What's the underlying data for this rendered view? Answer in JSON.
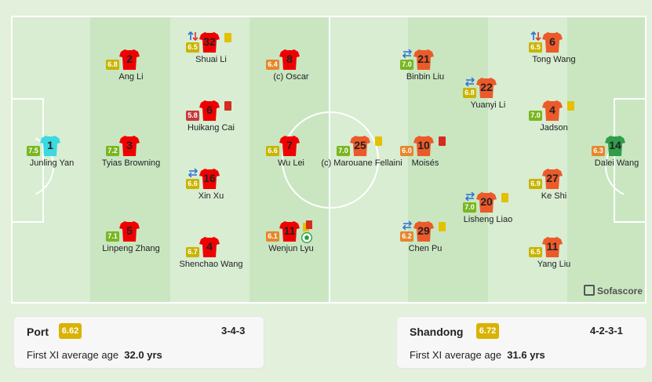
{
  "colors": {
    "home_shirt": "#f00000",
    "away_shirt": "#ec5a2a",
    "home_gk": "#3cd9e0",
    "away_gk": "#2f9e4a",
    "pitch_light": "#d8edd2",
    "pitch_dark": "#c9e6c1",
    "rating_yellow": "#c9b400",
    "rating_orange": "#e7862b",
    "rating_red": "#c9383a",
    "rating_green": "#79b620"
  },
  "home": {
    "team": "Port",
    "rating": "6.62",
    "formation": "3-4-3",
    "age_label": "First XI average age",
    "age_value": "32.0 yrs",
    "players": [
      {
        "num": "1",
        "name": "Junling Yan",
        "rating": "7.5",
        "rc": "rating_green",
        "gk": true
      },
      {
        "num": "2",
        "name": "Ang Li",
        "rating": "6.8",
        "rc": "rating_yellow"
      },
      {
        "num": "3",
        "name": "Tyias Browning",
        "rating": "7.2",
        "rc": "rating_green"
      },
      {
        "num": "5",
        "name": "Linpeng Zhang",
        "rating": "7.1",
        "rc": "rating_green"
      },
      {
        "num": "32",
        "name": "Shuai Li",
        "rating": "6.5",
        "rc": "rating_yellow",
        "card": "yellow",
        "sub": "out"
      },
      {
        "num": "6",
        "name": "Huikang Cai",
        "rating": "5.8",
        "rc": "rating_red",
        "card": "red"
      },
      {
        "num": "16",
        "name": "Xin Xu",
        "rating": "6.6",
        "rc": "rating_yellow",
        "sub": "swap"
      },
      {
        "num": "4",
        "name": "Shenchao Wang",
        "rating": "6.7",
        "rc": "rating_yellow"
      },
      {
        "num": "8",
        "name": "(c) Oscar",
        "rating": "6.4",
        "rc": "rating_orange"
      },
      {
        "num": "7",
        "name": "Wu Lei",
        "rating": "6.6",
        "rc": "rating_yellow"
      },
      {
        "num": "11",
        "name": "Wenjun Lyu",
        "rating": "6.1",
        "rc": "rating_orange",
        "card": "yellowred",
        "goal": true
      }
    ]
  },
  "away": {
    "team": "Shandong",
    "rating": "6.72",
    "formation": "4-2-3-1",
    "age_label": "First XI average age",
    "age_value": "31.6 yrs",
    "players": [
      {
        "num": "14",
        "name": "Dalei Wang",
        "rating": "6.3",
        "rc": "rating_orange",
        "gk": true
      },
      {
        "num": "25",
        "name": "(c) Marouane Fellaini",
        "rating": "7.0",
        "rc": "rating_green",
        "card": "yellow"
      },
      {
        "num": "21",
        "name": "Binbin Liu",
        "rating": "7.0",
        "rc": "rating_green",
        "sub": "swap"
      },
      {
        "num": "10",
        "name": "Moisés",
        "rating": "6.0",
        "rc": "rating_orange",
        "card": "red"
      },
      {
        "num": "29",
        "name": "Chen Pu",
        "rating": "6.2",
        "rc": "rating_orange",
        "card": "yellow",
        "sub": "swap"
      },
      {
        "num": "22",
        "name": "Yuanyi Li",
        "rating": "6.8",
        "rc": "rating_yellow",
        "sub": "swap"
      },
      {
        "num": "20",
        "name": "Lisheng Liao",
        "rating": "7.0",
        "rc": "rating_green",
        "card": "yellow",
        "sub": "swap"
      },
      {
        "num": "6",
        "name": "Tong Wang",
        "rating": "6.5",
        "rc": "rating_yellow",
        "sub": "out"
      },
      {
        "num": "4",
        "name": "Jadson",
        "rating": "7.0",
        "rc": "rating_green",
        "card": "yellow"
      },
      {
        "num": "27",
        "name": "Ke Shi",
        "rating": "6.9",
        "rc": "rating_yellow"
      },
      {
        "num": "11",
        "name": "Yang Liu",
        "rating": "6.5",
        "rc": "rating_yellow"
      }
    ]
  },
  "brand": "Sofascore"
}
